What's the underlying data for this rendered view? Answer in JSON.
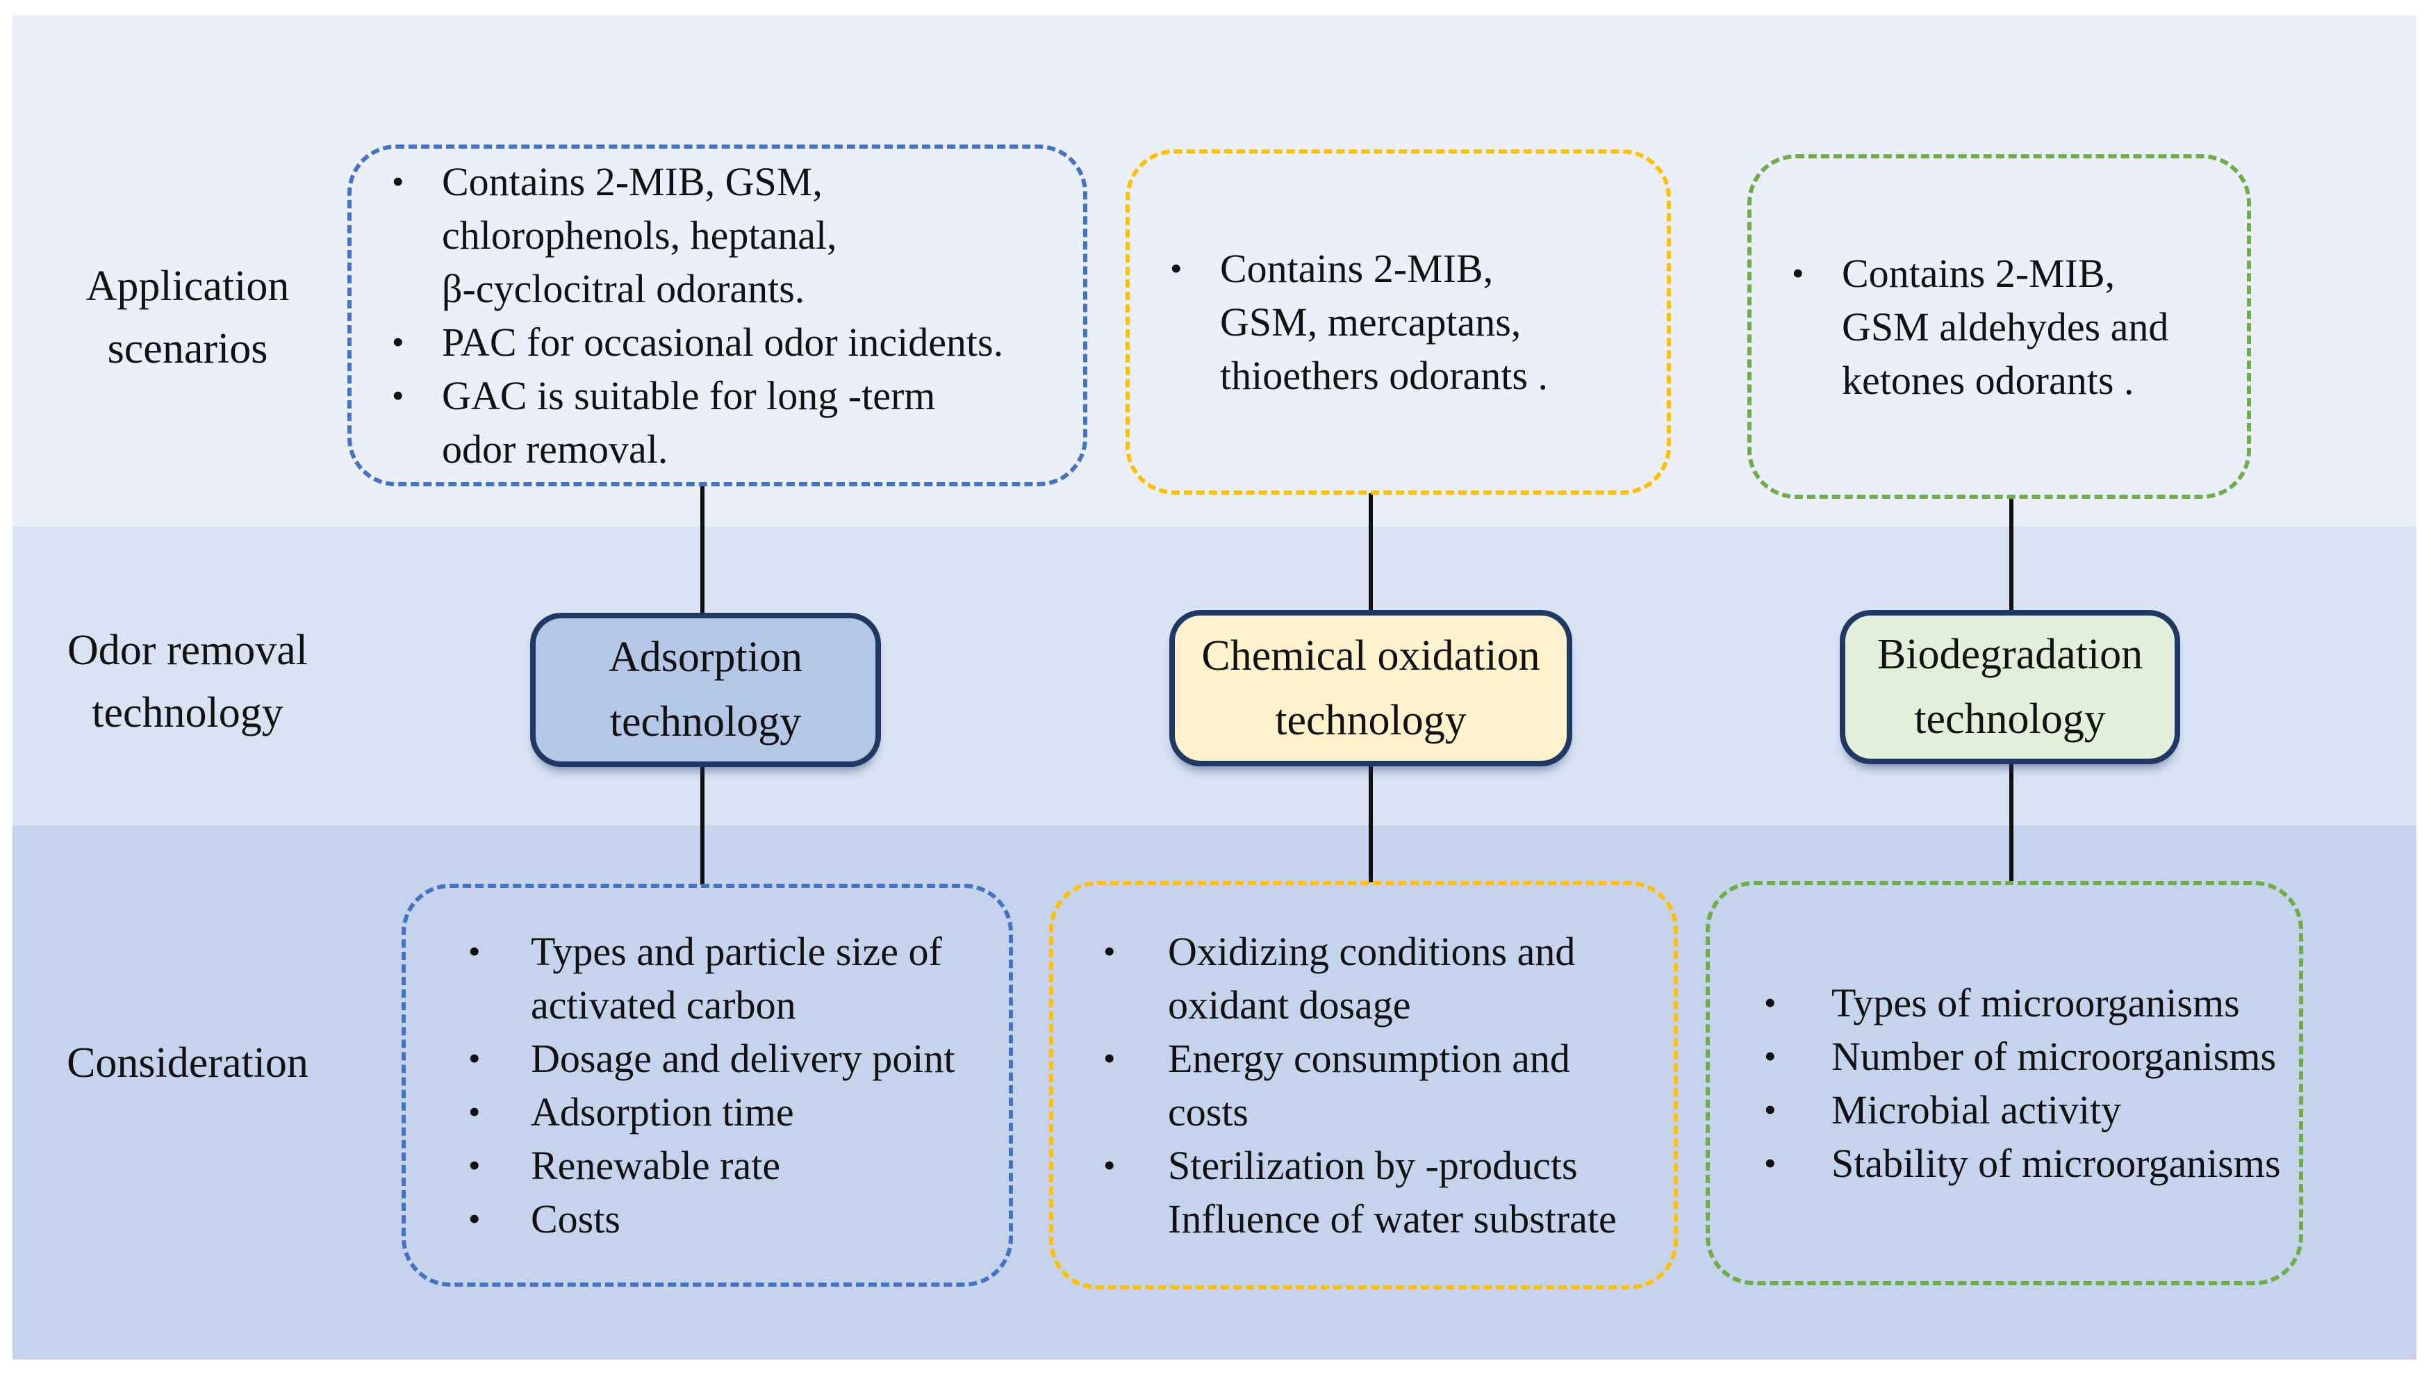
{
  "figure": {
    "band_colors": {
      "application_scenarios": "#EAEFF9",
      "odor_removal_technology": "#D9E3F4",
      "consideration": "#C5D3ED"
    },
    "rows": [
      {
        "id": "application-scenarios",
        "label": "Application\nscenarios"
      },
      {
        "id": "odor-removal-technology",
        "label": "Odor removal\ntechnology"
      },
      {
        "id": "consideration",
        "label": "Consideration"
      }
    ],
    "columns": [
      {
        "id": "adsorption",
        "accent_color": "#4472C4",
        "box_fill": "#B4C7E7",
        "box_border": "#203864",
        "technology": "Adsorption\ntechnology",
        "application_scenarios": [
          "Contains 2-MIB, GSM,\nchlorophenols, heptanal,\nβ-cyclocitral odorants.",
          "PAC for occasional odor incidents.",
          "GAC is suitable for long -term\nodor removal."
        ],
        "considerations": [
          "Types and particle size of\nactivated carbon",
          "Dosage and delivery point",
          "Adsorption time",
          "Renewable rate",
          "Costs"
        ]
      },
      {
        "id": "chemical-oxidation",
        "accent_color": "#FFC000",
        "box_fill": "#FFF2CC",
        "box_border": "#203864",
        "technology": "Chemical oxidation\ntechnology",
        "application_scenarios": [
          "Contains 2-MIB,\nGSM, mercaptans,\nthioethers odorants ."
        ],
        "considerations": [
          "Oxidizing conditions and\noxidant dosage",
          "Energy consumption and\ncosts",
          "Sterilization by -products\nInfluence of water substrate"
        ]
      },
      {
        "id": "biodegradation",
        "accent_color": "#70AD47",
        "box_fill": "#E2EFDA",
        "box_border": "#203864",
        "technology": "Biodegradation\ntechnology",
        "application_scenarios": [
          "Contains 2-MIB,\nGSM aldehydes and\nketones odorants ."
        ],
        "considerations": [
          "Types of microorganisms",
          "Number of microorganisms",
          "Microbial activity",
          "Stability of microorganisms"
        ]
      }
    ]
  }
}
